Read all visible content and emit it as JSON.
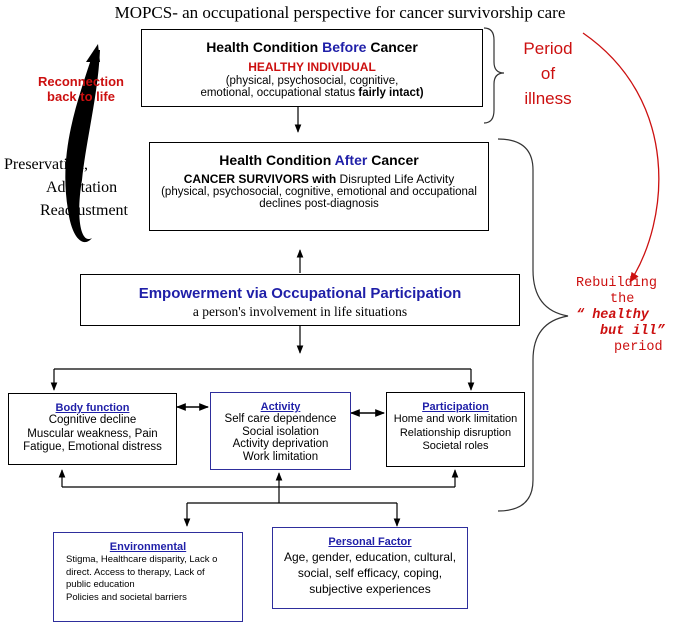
{
  "title": "MOPCS- an occupational perspective for cancer survivorship care",
  "side_left": {
    "reconnection": [
      "Reconnection",
      "back to life"
    ],
    "preservation": [
      "Preservation,",
      "Adaptation",
      "Readjustment"
    ]
  },
  "side_right": {
    "period_illness": [
      "Period",
      "of",
      "illness"
    ],
    "rebuilding": [
      "Rebuilding",
      "the",
      "“ healthy",
      "but ill”",
      "period"
    ]
  },
  "before": {
    "title_pre": "Health  Condition ",
    "title_key": "Before",
    "title_post": " Cancer",
    "subtitle": "HEALTHY INDIVIDUAL",
    "line1": "(physical, psychosocial, cognitive,",
    "line2_pre": "emotional, occupational status ",
    "line2_bold": "fairly intact)"
  },
  "after": {
    "title_pre": "Health  Condition ",
    "title_key": "After",
    "title_post": " Cancer",
    "line1_bold": "CANCER SURVIVORS with",
    "line1_rest": " Disrupted Life Activity",
    "line2": "(physical, psychosocial, cognitive, emotional and occupational",
    "line3": "declines post-diagnosis"
  },
  "empowerment": {
    "title": "Empowerment  via Occupational Participation",
    "subtitle": "a person's involvement in life situations"
  },
  "body_function": {
    "title": "Body function",
    "lines": [
      "Cognitive decline",
      "Muscular weakness, Pain",
      "Fatigue, Emotional distress"
    ]
  },
  "activity": {
    "title": "Activity",
    "lines": [
      "Self care dependence",
      "Social isolation",
      "Activity deprivation",
      "Work limitation"
    ]
  },
  "participation": {
    "title": "Participation",
    "lines": [
      "Home and work limitation",
      "Relationship disruption",
      "Societal roles"
    ]
  },
  "environmental": {
    "title": "Environmental",
    "lines": [
      "Stigma, Healthcare disparity, Lack o",
      "direct. Access to therapy, Lack of",
      "public education",
      "Policies and societal barriers"
    ]
  },
  "personal": {
    "title": "Personal Factor",
    "lines": [
      "Age, gender, education, cultural,",
      "social, self efficacy, coping,",
      "subjective  experiences"
    ]
  },
  "colors": {
    "accent_blue": "#1f1fa8",
    "accent_red": "#cc1010",
    "box_blue_border": "#2e2e9c"
  }
}
